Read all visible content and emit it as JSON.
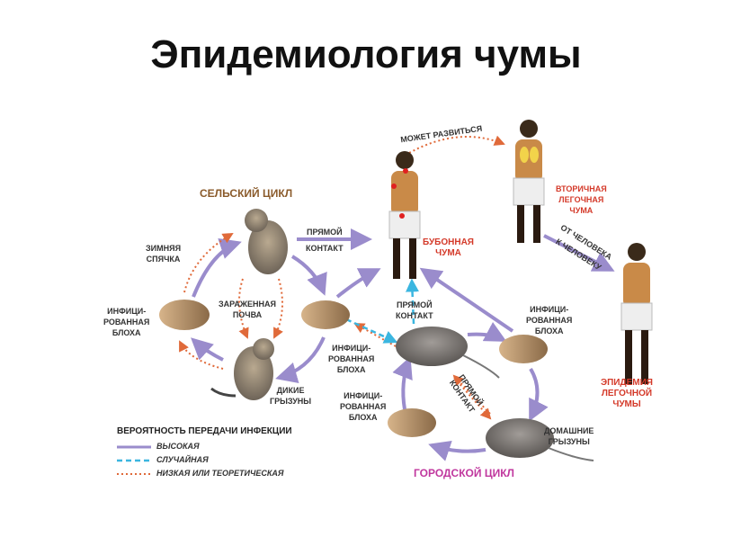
{
  "title": "Эпидемиология чумы",
  "rural_cycle": {
    "heading": "СЕЛЬСКИЙ ЦИКЛ",
    "direct_contact": [
      "ПРЯМОЙ",
      "КОНТАКТ"
    ],
    "hibernation": [
      "ЗИМНЯЯ",
      "СПЯЧКА"
    ],
    "flea_left": [
      "ИНФИЦИ-",
      "РОВАННАЯ",
      "БЛОХА"
    ],
    "soil": [
      "ЗАРАЖЕННАЯ",
      "ПОЧВА"
    ],
    "flea_mid": [
      "ИНФИЦИ-",
      "РОВАННАЯ",
      "БЛОХА"
    ],
    "wild_rodents": [
      "ДИКИЕ",
      "ГРЫЗУНЫ"
    ]
  },
  "urban_cycle": {
    "heading": "ГОРОДСКОЙ ЦИКЛ",
    "flea_left": [
      "ИНФИЦИ-",
      "РОВАННАЯ",
      "БЛОХА"
    ],
    "flea_right": [
      "ИНФИЦИ-",
      "РОВАННАЯ",
      "БЛОХА"
    ],
    "direct_contact_to_human": [
      "ПРЯМОЙ",
      "КОНТАКТ"
    ],
    "direct_contact_diag": [
      "ПРЯМОЙ",
      "КОНТАКТ"
    ],
    "domestic_rodents": [
      "ДОМАШНИЕ",
      "ГРЫЗУНЫ"
    ]
  },
  "humans": {
    "may_develop": "МОЖЕТ РАЗВИТЬСЯ",
    "bubonic": [
      "БУБОННАЯ",
      "ЧУМА"
    ],
    "secondary": [
      "ВТОРИЧНАЯ",
      "ЛЕГОЧНАЯ",
      "ЧУМА"
    ],
    "person_to_person": [
      "ОТ ЧЕЛОВЕКА",
      "К ЧЕЛОВЕКУ"
    ],
    "epidemic": [
      "ЭПИДЕМИЯ",
      "ЛЕГОЧНОЙ",
      "ЧУМЫ"
    ]
  },
  "legend": {
    "title": "ВЕРОЯТНОСТЬ ПЕРЕДАЧИ ИНФЕКЦИИ",
    "items": [
      {
        "label": "ВЫСОКАЯ",
        "color": "#9a8ccc",
        "style": "solid"
      },
      {
        "label": "СЛУЧАЙНАЯ",
        "color": "#3bb6e0",
        "style": "dashed"
      },
      {
        "label": "НИЗКАЯ ИЛИ ТЕОРЕТИЧЕСКАЯ",
        "color": "#e06a3a",
        "style": "dotted"
      }
    ]
  }
}
